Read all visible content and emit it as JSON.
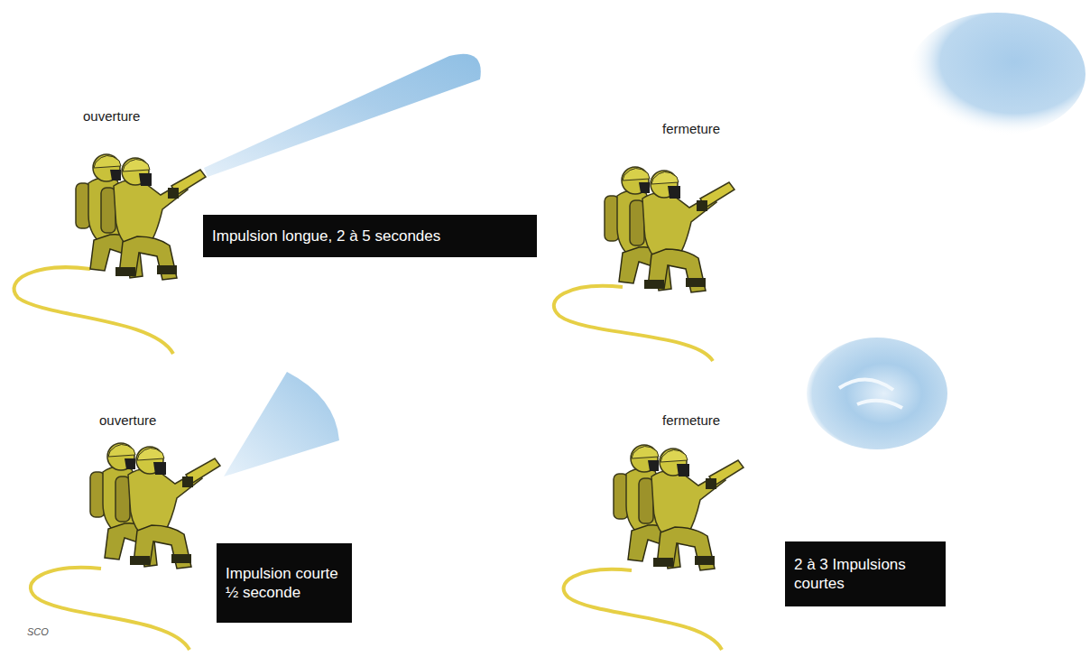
{
  "diagram": {
    "nodes": [
      {
        "text": [
          "Impulsion longue, 2 à 5 secondes"
        ]
      },
      {
        "text": [
          "Impulsion courte ½ seconde"
        ]
      },
      {
        "text": [
          "2 à 3 Impulsions courtes"
        ]
      }
    ],
    "labels": [
      "ouverture",
      "fermeture",
      "ouverture",
      "fermeture",
      "SCO"
    ]
  }
}
